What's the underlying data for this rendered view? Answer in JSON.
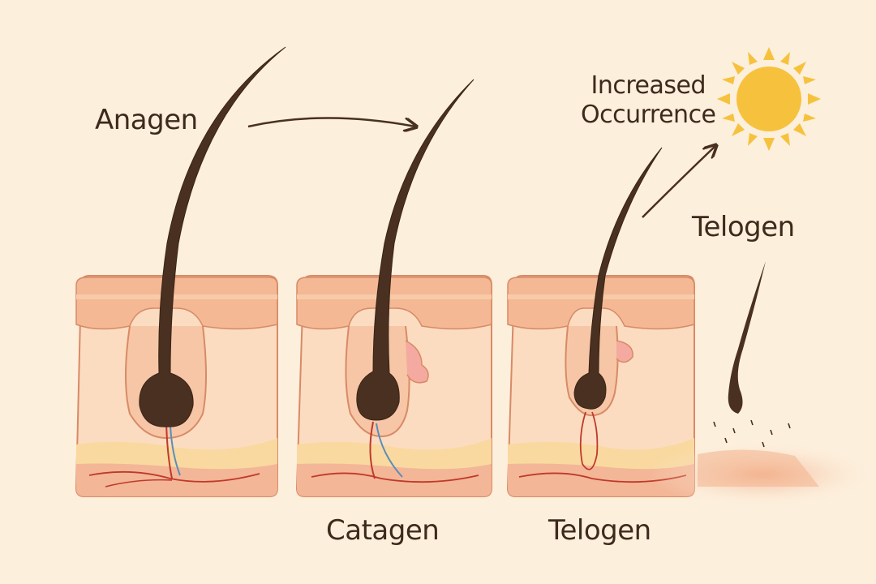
{
  "labels": {
    "anagen": "Anagen",
    "catagen": "Catagen",
    "telogen_bottom": "Telogen",
    "telogen_right": "Telogen",
    "increased_line1": "Increased",
    "increased_line2": "Occurrence"
  },
  "colors": {
    "background": "#fcefdc",
    "hair": "#4a3020",
    "skin_top": "#f4b895",
    "skin_mid": "#fbdcc0",
    "fat_layer": "#f9d9a0",
    "deep_layer": "#f3b697",
    "outline": "#d88a66",
    "vessel_red": "#c0392b",
    "nerve_blue": "#5b8db8",
    "sun": "#f6c23e",
    "text": "#3e2a1c"
  },
  "icons": [
    "sun-icon",
    "arrow-icon"
  ]
}
